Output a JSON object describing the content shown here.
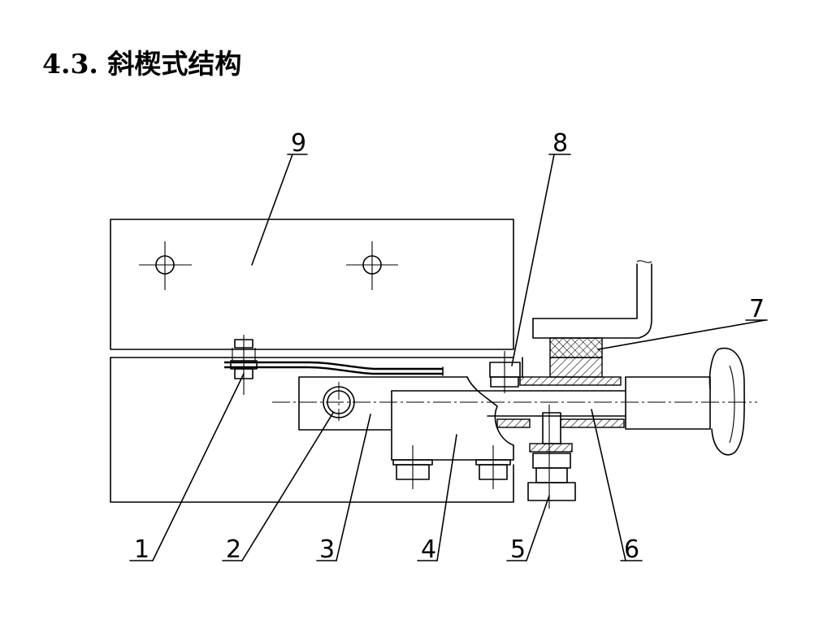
{
  "title": "4.3. 斜楔式结构",
  "labels": {
    "p1": "1",
    "p2": "2",
    "p3": "3",
    "p4": "4",
    "p5": "5",
    "p6": "6",
    "p7": "7",
    "p8": "8",
    "p9": "9"
  }
}
